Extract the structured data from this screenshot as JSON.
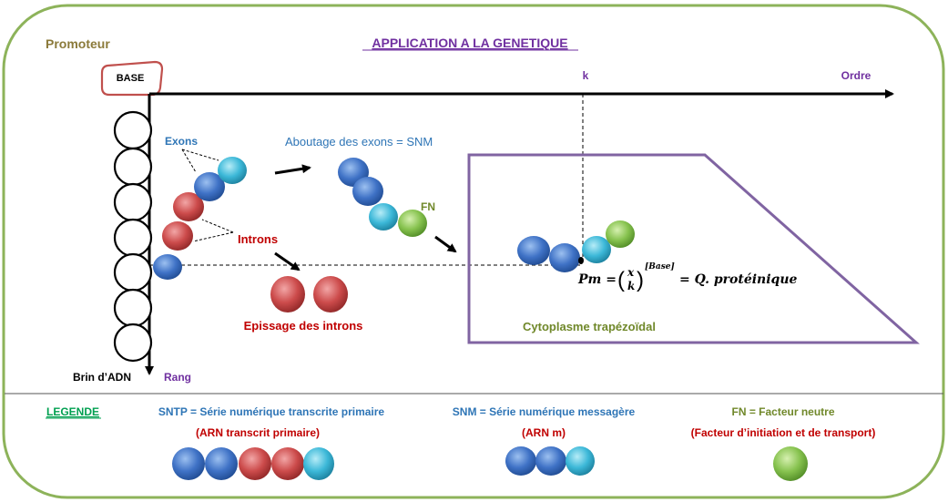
{
  "title": "APPLICATION A LA GENETIQUE",
  "labels": {
    "promoteur": "Promoteur",
    "base": "BASE",
    "k": "k",
    "ordre": "Ordre",
    "exons": "Exons",
    "aboutage": "Aboutage des exons = SNM",
    "fn": "FN",
    "introns": "Introns",
    "epissage": "Epissage des introns",
    "cytoplasme": "Cytoplasme trapézoïdal",
    "brin": "Brin d’ADN",
    "rang": "Rang"
  },
  "formula": {
    "lhs": "Pm =",
    "x": "x",
    "k": "k",
    "exp": "[Base]",
    "rhs": "= Q. protéinique"
  },
  "legend": {
    "title": "LEGENDE",
    "sntp": "SNTP = Série numérique transcrite primaire",
    "sntp_sub": "(ARN transcrit primaire)",
    "snm": "SNM = Série numérique messagère",
    "snm_sub": "(ARN m)",
    "fn": "FN = Facteur neutre",
    "fn_sub": "(Facteur d’initiation  et de transport)"
  },
  "colors": {
    "exon": "#3a6fc4",
    "intron": "#c84a4a",
    "cyan": "#3ab6d6",
    "fn": "#7ebf4a",
    "frame": "#8db35a",
    "purple": "#7030a0",
    "olive": "#8b7a3a",
    "blue_text": "#2e75b6",
    "red_text": "#c00000",
    "green_text": "#00a050",
    "olive_green": "#70882a"
  }
}
